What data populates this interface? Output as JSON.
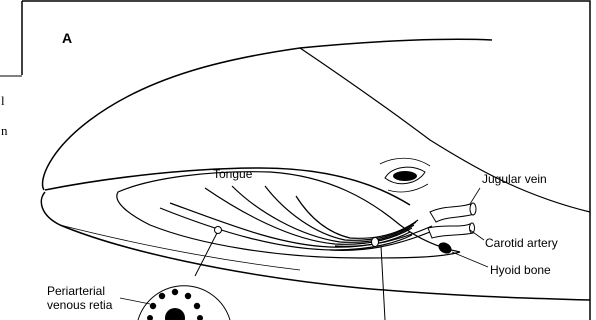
{
  "panel_letter": "A",
  "labels": {
    "tongue": "Tongue",
    "jugular_vein": "Jugular vein",
    "carotid_artery": "Carotid artery",
    "hyoid_bone": "Hyoid bone",
    "periarterial_line1": "Periarterial",
    "periarterial_line2": "venous retia"
  },
  "page_fragments": [
    "l",
    "n"
  ]
}
